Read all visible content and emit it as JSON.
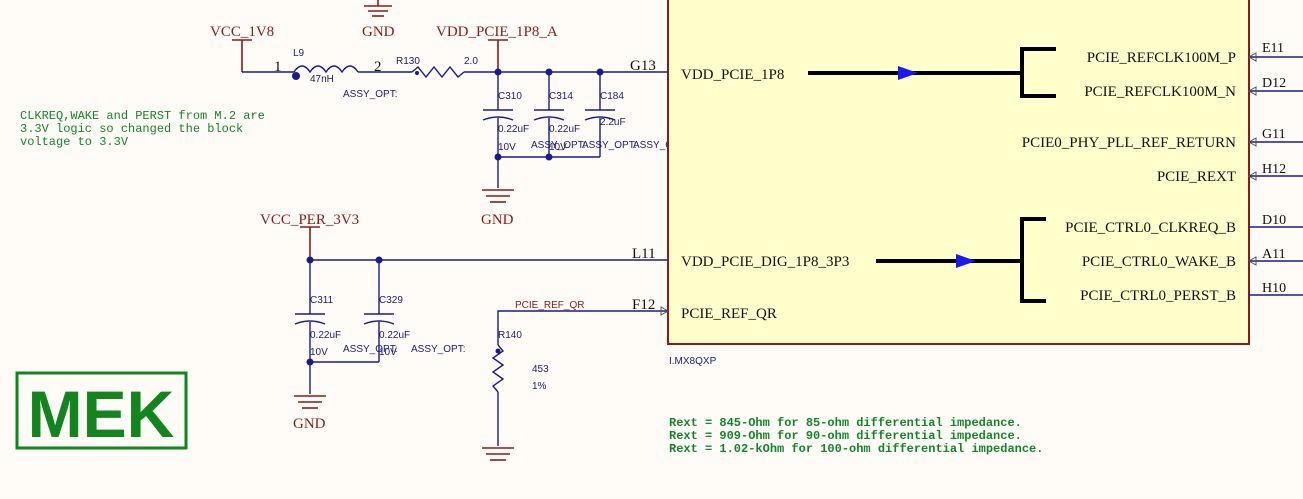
{
  "power": {
    "vcc_1v8": "VCC_1V8",
    "gnd_label": "GND",
    "vdd_pcie_1p8_a": "VDD_PCIE_1P8_A",
    "vcc_per_3v3": "VCC_PER_3V3"
  },
  "inductor": {
    "ref": "L9",
    "value": "47nH",
    "pin1": "1",
    "pin2": "2",
    "assy": "ASSY_OPT:"
  },
  "resistor_r130": {
    "ref": "R130",
    "value": "2.0"
  },
  "capacitors": {
    "c310": {
      "ref": "C310",
      "value": "0.22uF",
      "voltage": "10V"
    },
    "c314": {
      "ref": "C314",
      "value": "0.22uF",
      "voltage": "10V",
      "assy": "ASSY_OPT:"
    },
    "c184": {
      "ref": "C184",
      "value": "2.2uF",
      "assy": "ASSY_OPT:",
      "assy2": "ASSY_OPT:"
    },
    "c311": {
      "ref": "C311",
      "value": "0.22uF",
      "voltage": "10V",
      "assy": "ASSY_OPT:"
    },
    "c329": {
      "ref": "C329",
      "value": "0.22uF",
      "voltage": "10V",
      "assy": "ASSY_OPT:"
    }
  },
  "resistor_r140": {
    "ref": "R140",
    "value": "453",
    "tolerance": "1%",
    "net": "PCIE_REF_QR"
  },
  "note_clkreq": [
    "CLKREQ,WAKE and PERST from M.2 are",
    "3.3V logic so changed the block",
    "voltage to 3.3V"
  ],
  "note_rext": [
    "Rext =  845-Ohm  for  85-ohm differential impedance.",
    "Rext =  909-Ohm  for  90-ohm differential impedance.",
    "Rext = 1.02-kOhm for 100-ohm differential impedance."
  ],
  "logo": "MEK",
  "chip": {
    "part": "I.MX8QXP",
    "left_pins": [
      {
        "num": "G13",
        "name": "VDD_PCIE_1P8"
      },
      {
        "num": "L11",
        "name": "VDD_PCIE_DIG_1P8_3P3"
      },
      {
        "num": "F12",
        "name": "PCIE_REF_QR"
      }
    ],
    "right_pins": [
      {
        "num": "E11",
        "name": "PCIE_REFCLK100M_P"
      },
      {
        "num": "D12",
        "name": "PCIE_REFCLK100M_N"
      },
      {
        "num": "G11",
        "name": "PCIE0_PHY_PLL_REF_RETURN"
      },
      {
        "num": "H12",
        "name": "PCIE_REXT"
      },
      {
        "num": "D10",
        "name": "PCIE_CTRL0_CLKREQ_B"
      },
      {
        "num": "A11",
        "name": "PCIE_CTRL0_WAKE_B"
      },
      {
        "num": "H10",
        "name": "PCIE_CTRL0_PERST_B"
      }
    ]
  }
}
